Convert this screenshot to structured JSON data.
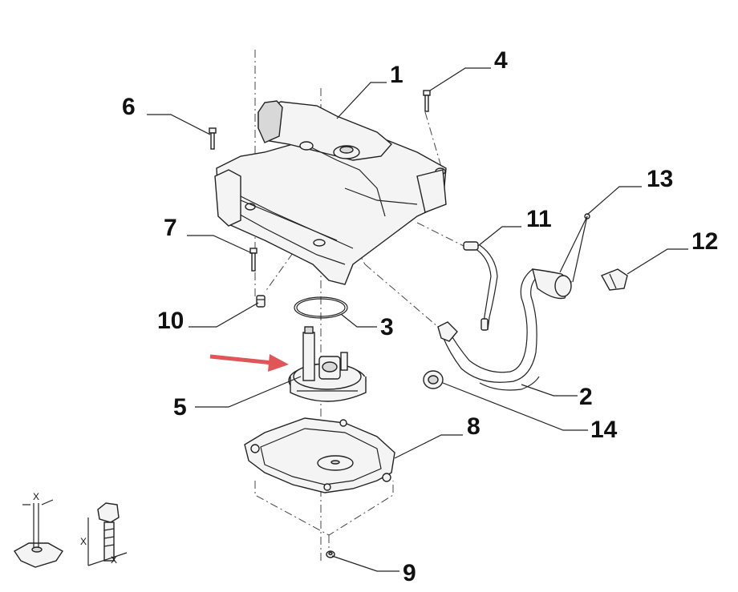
{
  "callouts": {
    "c1": "1",
    "c2": "2",
    "c3": "3",
    "c4": "4",
    "c5": "5",
    "c6": "6",
    "c7": "7",
    "c8": "8",
    "c9": "9",
    "c10": "10",
    "c11": "11",
    "c12": "12",
    "c13": "13",
    "c14": "14"
  },
  "legend": {
    "dim_label": "X"
  },
  "colors": {
    "arrow": "#e05555",
    "line": "#222222"
  }
}
